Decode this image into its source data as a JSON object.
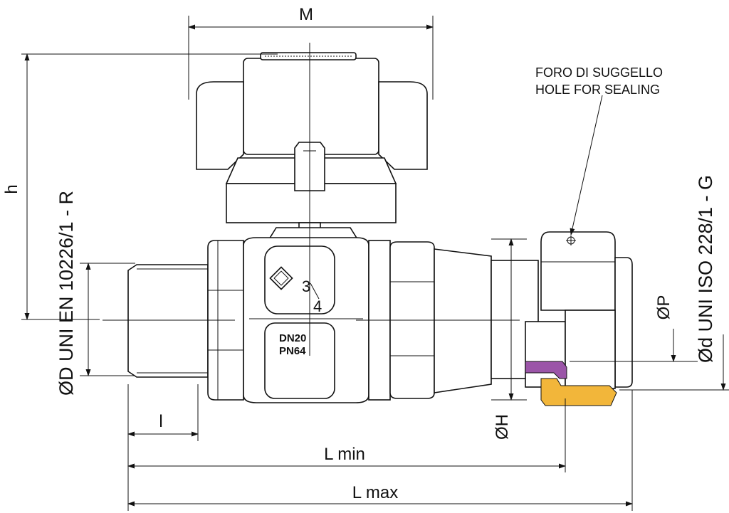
{
  "labels": {
    "M": "M",
    "h": "h",
    "seal_line1": "FORO DI SUGGELLO",
    "seal_line2": "HOLE FOR SEALING",
    "thread_left": "ØD UNI EN 10226/1 - R",
    "thread_right": "Ød UNI ISO 228/1 - G",
    "dia_P": "ØP",
    "dia_H": "ØH",
    "l": "l",
    "L_min": "L min",
    "L_max": "L max",
    "body_size_main": "3",
    "body_size_sub": "4",
    "dn": "DN20",
    "pn": "PN64"
  },
  "colors": {
    "gasket_purple": "#9b55a8",
    "gasket_orange": "#f2b63a"
  }
}
